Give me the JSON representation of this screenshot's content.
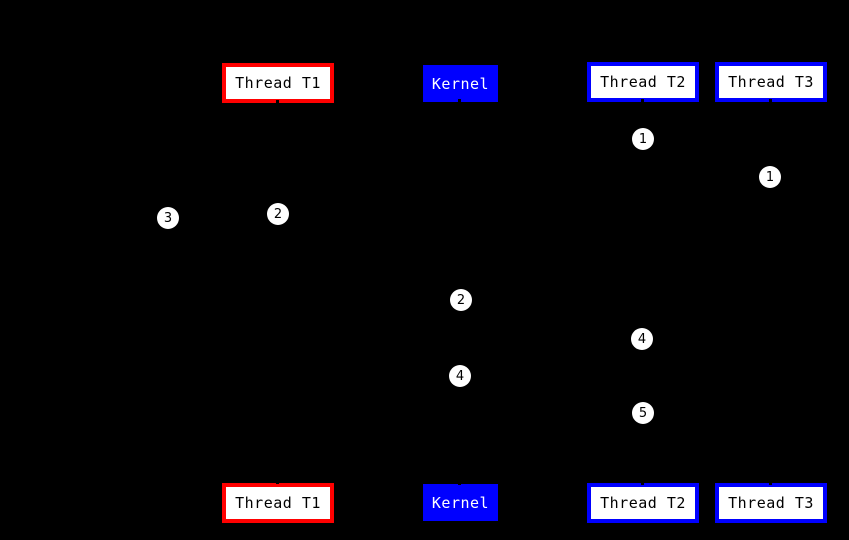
{
  "diagram": {
    "type": "sequence-diagram",
    "background_color": "#000000",
    "colors": {
      "thread_t1_border": "#ff0000",
      "thread_t2_border": "#0000ff",
      "thread_t3_border": "#0000ff",
      "kernel_background": "#0000ff",
      "actor_box_fill": "#ffffff",
      "actor_text": "#000000",
      "kernel_text": "#ffffff",
      "marker_fill": "#ffffff",
      "marker_text": "#000000"
    },
    "actors": {
      "t1": {
        "label": "Thread T1"
      },
      "kernel": {
        "label": "Kernel"
      },
      "t2": {
        "label": "Thread T2"
      },
      "t3": {
        "label": "Thread T3"
      }
    },
    "markers": [
      {
        "value": "1",
        "on": "Thread T2 lifeline"
      },
      {
        "value": "1",
        "on": "Thread T3 lifeline"
      },
      {
        "value": "2",
        "on": "Thread T1 lifeline"
      },
      {
        "value": "3",
        "on": "left of Thread T1 lifeline"
      },
      {
        "value": "2",
        "on": "Kernel lifeline"
      },
      {
        "value": "4",
        "on": "Thread T2 lifeline"
      },
      {
        "value": "4",
        "on": "Kernel lifeline"
      },
      {
        "value": "5",
        "on": "Thread T2 lifeline"
      }
    ]
  }
}
